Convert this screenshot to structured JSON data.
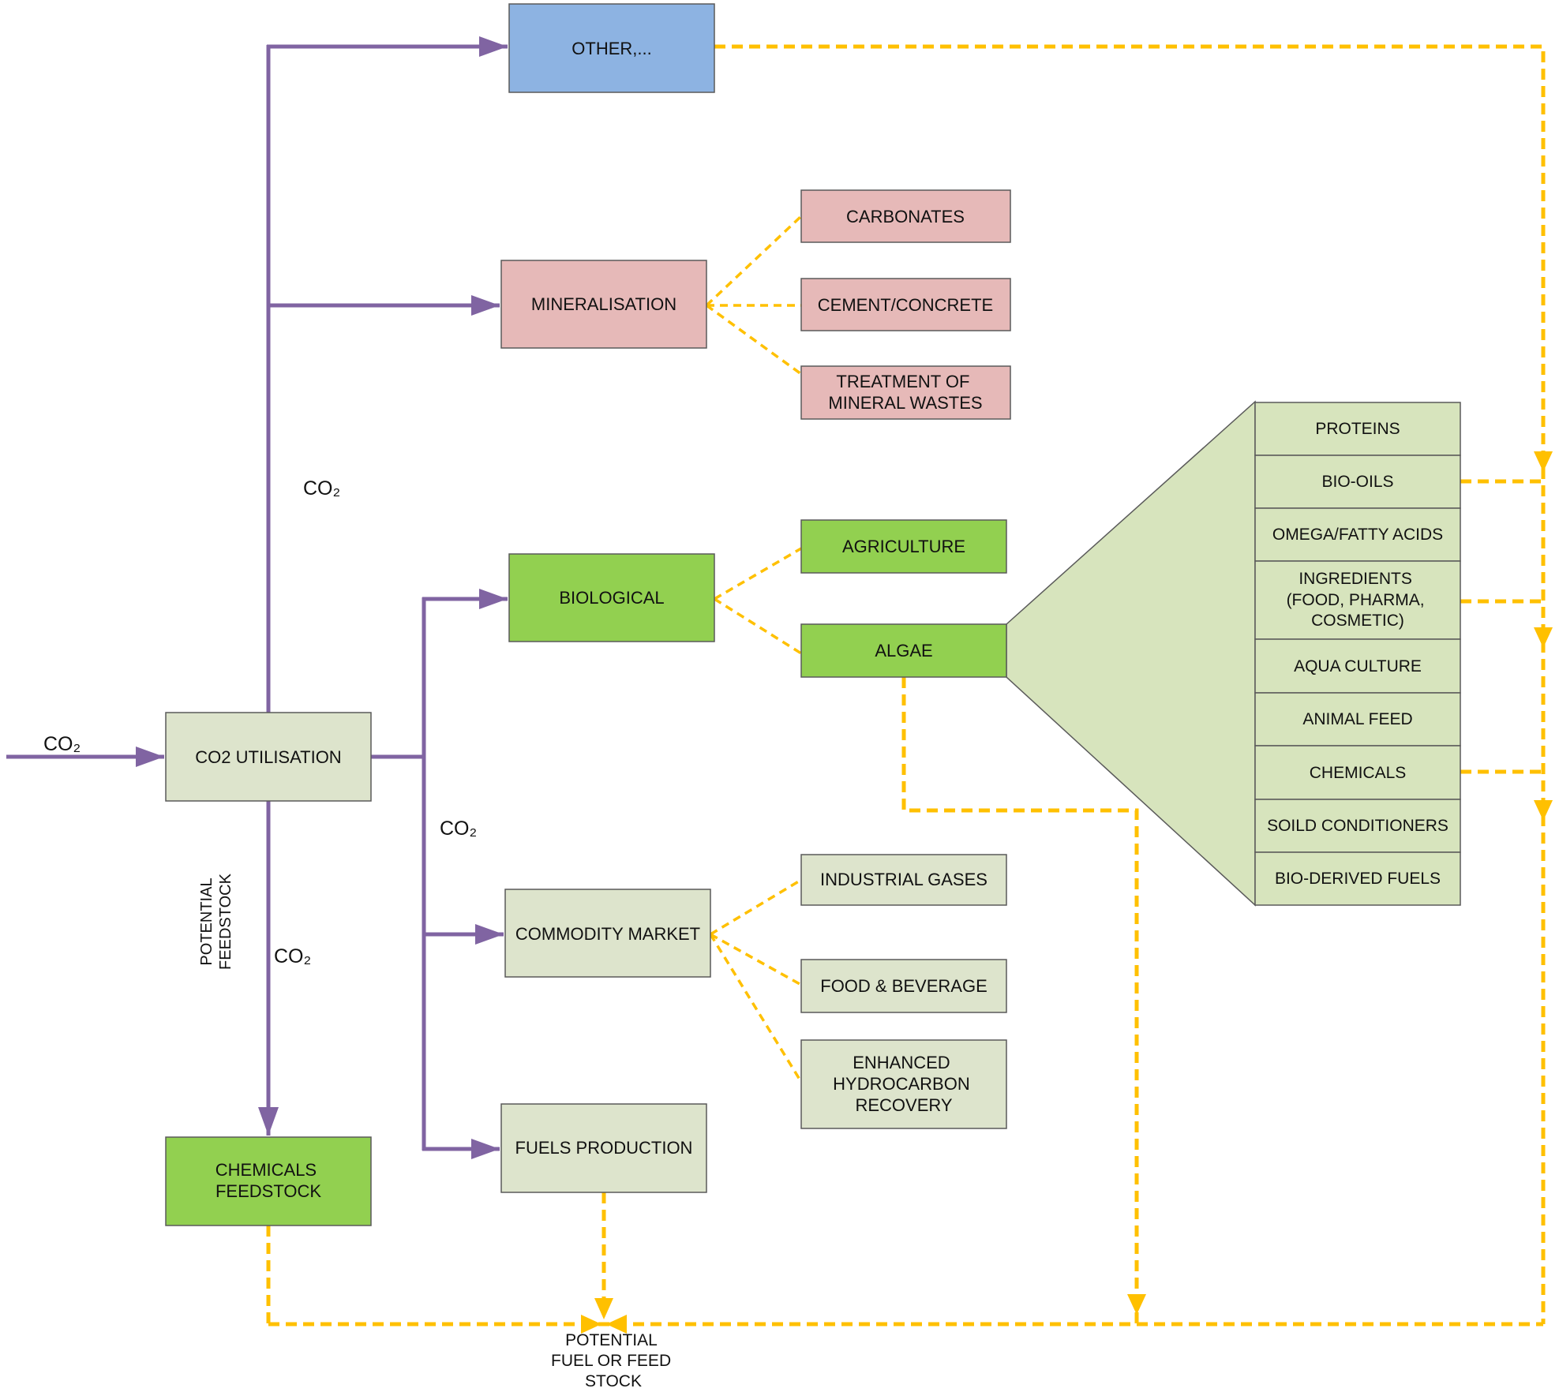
{
  "diagram": {
    "input_label": "CO₂",
    "branch_labels": {
      "upper": "CO₂",
      "right": "CO₂",
      "down": "CO₂"
    },
    "potential_feedstock": [
      "POTENTIAL",
      "FEEDSTOCK"
    ],
    "nodes": {
      "co2_utilisation": "CO2 UTILISATION",
      "other": "OTHER,...",
      "mineralisation": "MINERALISATION",
      "carbonates": "CARBONATES",
      "cement_concrete": "CEMENT/CONCRETE",
      "treatment_mineral_wastes": [
        "TREATMENT OF",
        "MINERAL WASTES"
      ],
      "biological": "BIOLOGICAL",
      "agriculture": "AGRICULTURE",
      "algae": "ALGAE",
      "commodity_market": "COMMODITY MARKET",
      "industrial_gases": "INDUSTRIAL GASES",
      "food_beverage": "FOOD & BEVERAGE",
      "enhanced_hydrocarbon_recovery": [
        "ENHANCED",
        "HYDROCARBON",
        "RECOVERY"
      ],
      "fuels_production": "FUELS PRODUCTION",
      "chemicals_feedstock": [
        "CHEMICALS",
        "FEEDSTOCK"
      ]
    },
    "algae_products": [
      [
        "PROTEINS"
      ],
      [
        "BIO-OILS"
      ],
      [
        "OMEGA/FATTY ACIDS"
      ],
      [
        "INGREDIENTS",
        "(FOOD, PHARMA,",
        "COSMETIC)"
      ],
      [
        "AQUA CULTURE"
      ],
      [
        "ANIMAL FEED"
      ],
      [
        "CHEMICALS"
      ],
      [
        "SOILD CONDITIONERS"
      ],
      [
        "BIO-DERIVED FUELS"
      ]
    ],
    "output": [
      "POTENTIAL",
      "FUEL OR FEED",
      "STOCK"
    ]
  },
  "colors": {
    "co2_flow": "#8064a2",
    "potential_flow": "#ffc000",
    "other": "#8db3e2",
    "mineral": "#e6b9b8",
    "biological": "#92d050",
    "neutral": "#dde4cc",
    "algae_products": "#d7e4bd"
  }
}
